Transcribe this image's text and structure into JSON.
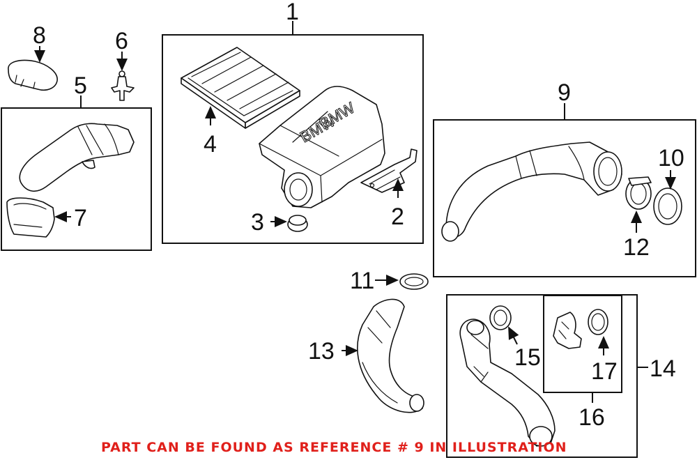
{
  "callouts": {
    "c1": "1",
    "c2": "2",
    "c3": "3",
    "c4": "4",
    "c5": "5",
    "c6": "6",
    "c7": "7",
    "c8": "8",
    "c9": "9",
    "c10": "10",
    "c11": "11",
    "c12": "12",
    "c13": "13",
    "c14": "14",
    "c15": "15",
    "c16": "16",
    "c17": "17"
  },
  "housing_brand": "BMW",
  "notice": "PART CAN BE FOUND AS REFERENCE # 9 IN ILLUSTRATION",
  "colors": {
    "notice": "#e0201b",
    "line": "#111111"
  }
}
